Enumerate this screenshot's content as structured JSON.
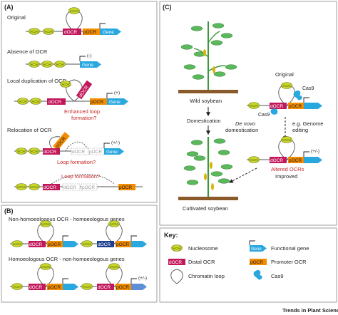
{
  "panels": {
    "a": {
      "tag": "(A)",
      "rows": [
        {
          "title": "Original"
        },
        {
          "title": "Absence of OCR",
          "expr": "(-)"
        },
        {
          "title": "Local duplication of OCR",
          "expr": "(+)",
          "note_line1": "Enhanced loop",
          "note_line2": "formation?"
        },
        {
          "title": "Relocation of OCR",
          "expr": "(+/-)",
          "note": "Loop formation?",
          "note2": "Loop formation?"
        }
      ]
    },
    "b": {
      "tag": "(B)",
      "rows": [
        {
          "title": "Non-homoeologous OCR - homoeologous genes"
        },
        {
          "title": "Homoeologous OCR - non-homoeologous genes",
          "expr": "(+/-)"
        }
      ]
    },
    "c": {
      "tag": "(C)",
      "wild_label": "Wild soybean",
      "domestication_label": "Domestication",
      "cultivated_label": "Cultivated soybean",
      "original_label": "Original",
      "cas9_label": "Cas9",
      "denovo_line1": "De novo",
      "denovo_line2": "domestication",
      "example_line1": "e.g. Genome",
      "example_line2": "editing",
      "altered_label": "Altered OCRs",
      "improved_label": "Improved",
      "expr": "(+/-)"
    }
  },
  "elements": {
    "gene": "Gene",
    "docr": "dOCR",
    "pocr": "pOCR"
  },
  "key": {
    "title": "Key:",
    "nucleosome": "Nucleosome",
    "functional_gene": "Functional gene",
    "distal_ocr": "Distal OCR",
    "promoter_ocr": "Promoter OCR",
    "chromatin_loop": "Chromatin loop",
    "cas9": "Cas9"
  },
  "footer": "Trends in Plant Science",
  "colors": {
    "docr": "#c2185b",
    "pocr": "#f28c00",
    "gene": "#29a8e0",
    "nucleosome": "#c8d62b",
    "red_text": "#c62828",
    "stem": "#3a9a3a"
  }
}
